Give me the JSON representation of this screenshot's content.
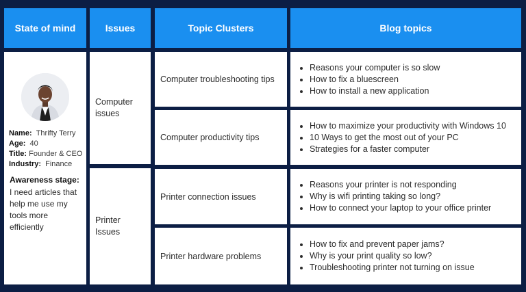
{
  "headers": {
    "state_of_mind": "State of mind",
    "issues": "Issues",
    "topic_clusters": "Topic Clusters",
    "blog_topics": "Blog topics"
  },
  "persona": {
    "name_label": "Name:",
    "name": "Thrifty Terry",
    "age_label": "Age:",
    "age": "40",
    "title_label": "Title:",
    "title": "Founder & CEO",
    "industry_label": "Industry:",
    "industry": "Finance",
    "awareness_label": "Awareness stage:",
    "awareness_text": "I need articles that help me use my tools more efficiently",
    "avatar_icon": "person-photo"
  },
  "issues": [
    {
      "line1": "Computer",
      "line2": "issues"
    },
    {
      "line1": "Printer",
      "line2": "Issues"
    }
  ],
  "clusters": [
    "Computer troubleshooting tips",
    "Computer productivity tips",
    "Printer connection issues",
    "Printer hardware problems"
  ],
  "blog_topics": [
    [
      "Reasons your computer is so slow",
      "How to fix a bluescreen",
      "How to install a new application"
    ],
    [
      "How to maximize your productivity with Windows 10",
      "10 Ways to get the most out of your PC",
      "Strategies for a faster computer"
    ],
    [
      "Reasons your printer is not responding",
      "Why is wifi printing taking so long?",
      "How to connect your laptop to your office printer"
    ],
    [
      "How to fix and prevent paper jams?",
      "Why is your print quality so low?",
      "Troubleshooting printer not turning on issue"
    ]
  ],
  "colors": {
    "background": "#0c1e44",
    "header": "#1a8ff0"
  }
}
